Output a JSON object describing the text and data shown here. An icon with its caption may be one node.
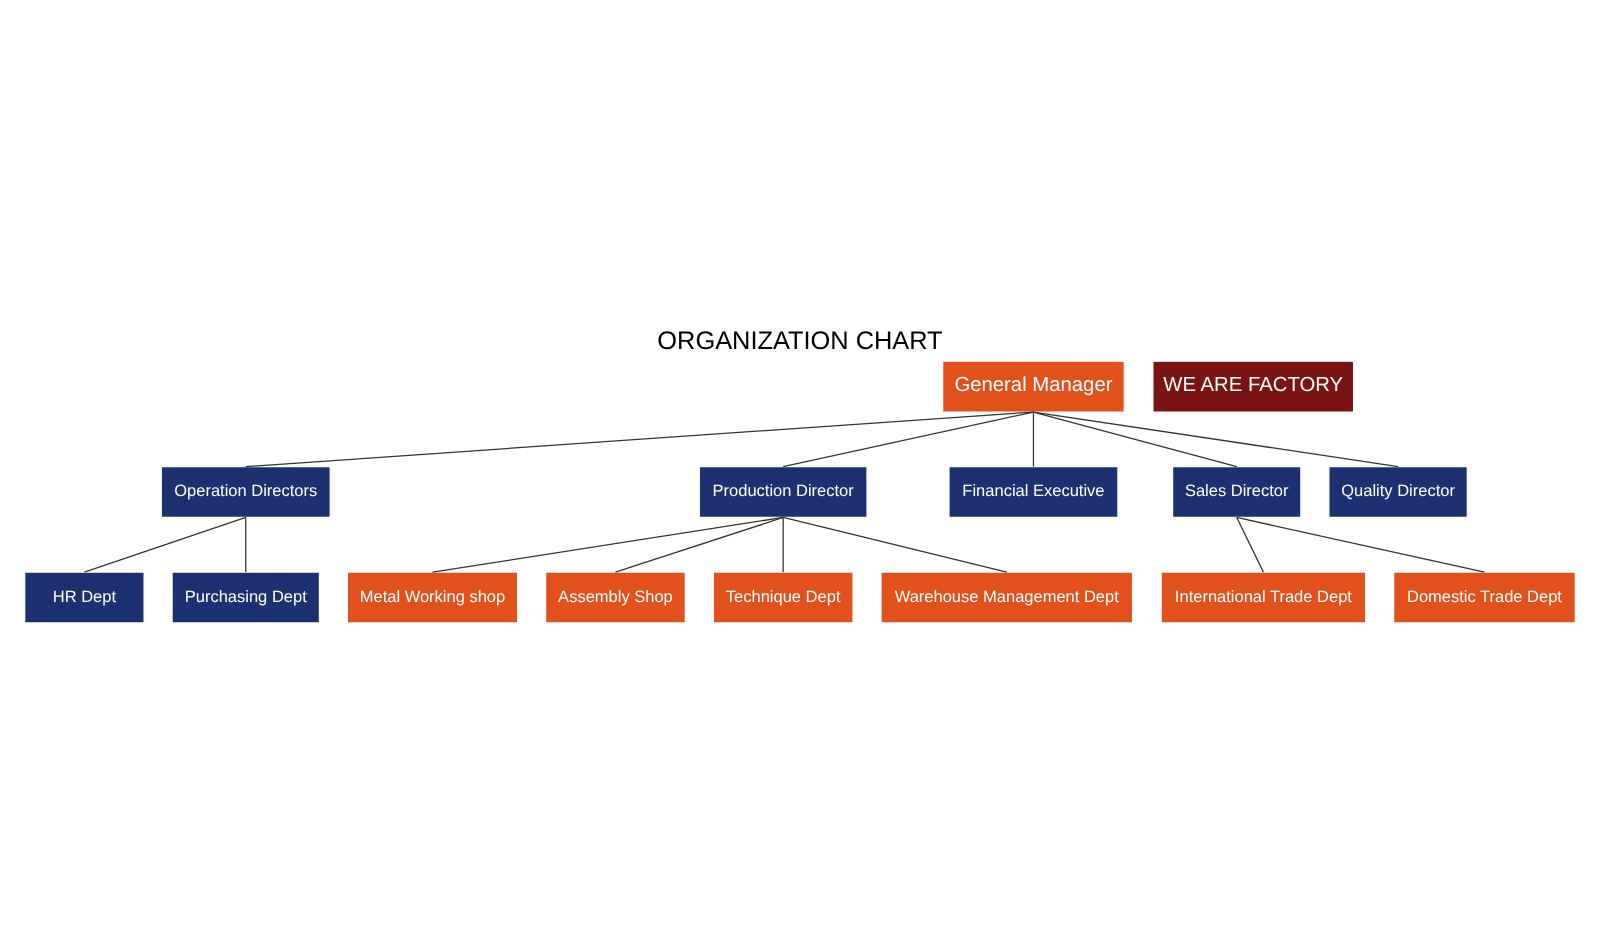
{
  "diagram": {
    "title": "ORGANIZATION CHART",
    "nodes": [
      {
        "text": [
          "General Manager"
        ]
      },
      {
        "text": [
          "Operation Directors"
        ]
      },
      {
        "text": [
          "Production Director"
        ]
      },
      {
        "text": [
          "Financial Executive"
        ]
      },
      {
        "text": [
          "Sales Director"
        ]
      },
      {
        "text": [
          "Quality Director"
        ]
      },
      {
        "text": [
          "Metal Working shop"
        ]
      },
      {
        "text": [
          "Assembly Shop"
        ]
      },
      {
        "text": [
          "Technique Dept"
        ]
      },
      {
        "text": [
          "Warehouse Management Dept"
        ]
      },
      {
        "text": [
          "International Trade Dept"
        ]
      },
      {
        "text": [
          "Domestic Trade Dept"
        ]
      },
      {
        "text": [
          "HR Dept"
        ]
      },
      {
        "text": [
          "Purchasing Dept"
        ]
      }
    ],
    "edges": [
      {
        "from": 0,
        "to": 1,
        "arrow": "none"
      },
      {
        "from": 0,
        "to": 2,
        "arrow": "none"
      },
      {
        "from": 0,
        "to": 3,
        "arrow": "none"
      },
      {
        "from": 0,
        "to": 4,
        "arrow": "none"
      },
      {
        "from": 0,
        "to": 5,
        "arrow": "none"
      },
      {
        "from": 2,
        "to": 6,
        "arrow": "none"
      },
      {
        "from": 2,
        "to": 7,
        "arrow": "none"
      },
      {
        "from": 2,
        "to": 8,
        "arrow": "none"
      },
      {
        "from": 2,
        "to": 9,
        "arrow": "none"
      },
      {
        "from": 4,
        "to": 10,
        "arrow": "none"
      },
      {
        "from": 4,
        "to": 11,
        "arrow": "none"
      },
      {
        "from": 1,
        "to": 12,
        "arrow": "none"
      },
      {
        "from": 1,
        "to": 13,
        "arrow": "none"
      }
    ],
    "labels": [
      "WE ARE FACTORY"
    ]
  }
}
